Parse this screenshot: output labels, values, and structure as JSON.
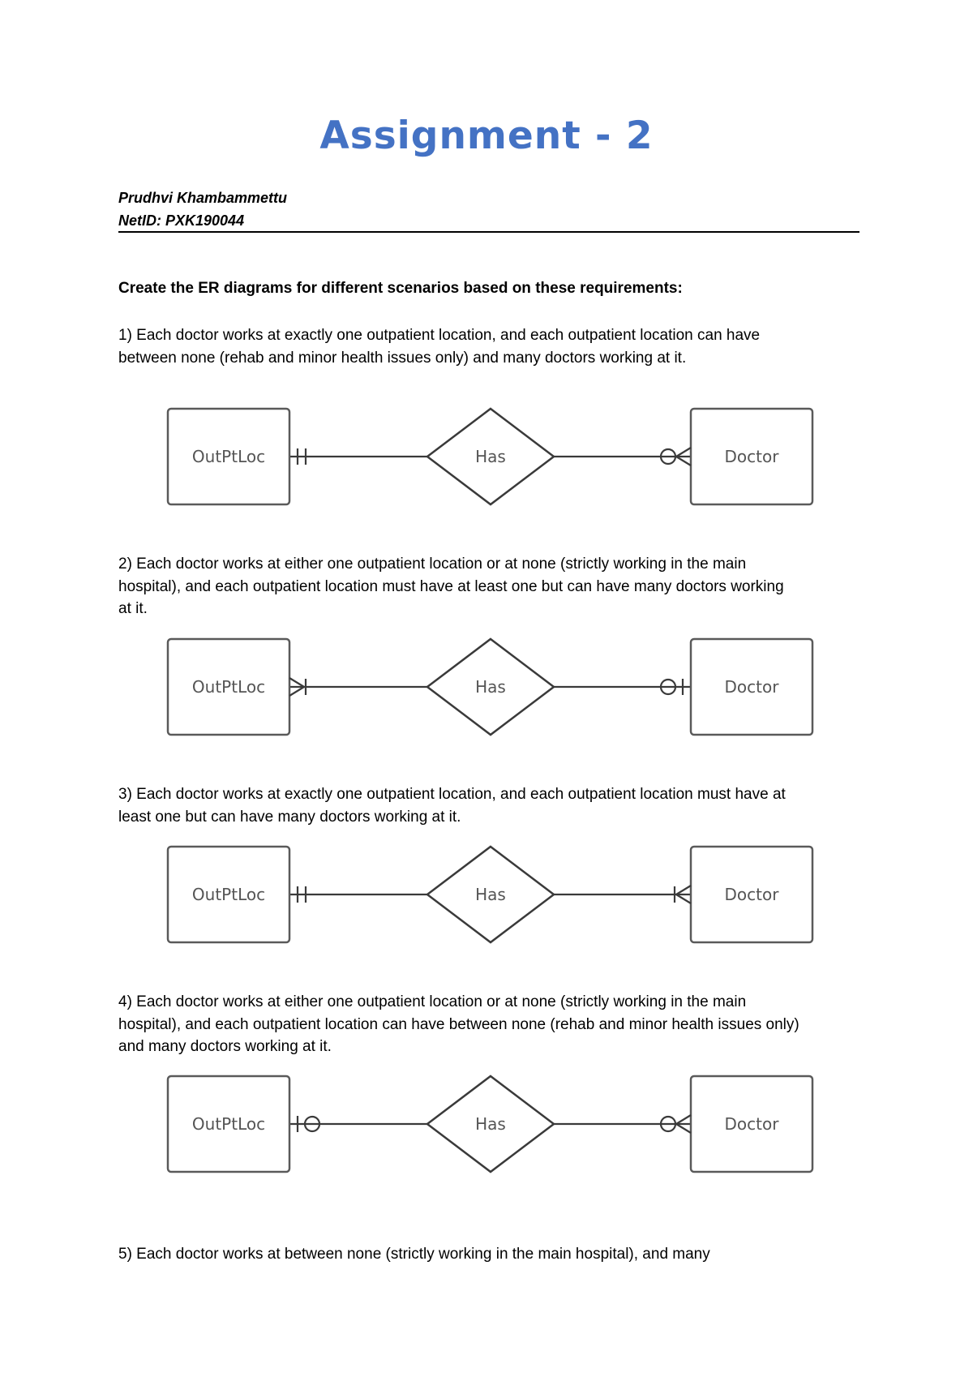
{
  "title": "Assignment - 2",
  "author": {
    "name": "Prudhvi Khambammettu",
    "netid": "NetID: PXK190044"
  },
  "instruction": "Create the ER diagrams for different scenarios based on these requirements:",
  "requirements": [
    {
      "num": "1)",
      "text": " Each doctor works at exactly one outpatient location, and each outpatient location can have between none (rehab and minor health issues only) and many doctors working at it."
    },
    {
      "num": "2)",
      "text": " Each doctor works at either one outpatient location or at none (strictly working in the main hospital), and each outpatient location must have at least one but can have many doctors working at it."
    },
    {
      "num": "3)",
      "text": " Each doctor works at exactly one outpatient location, and each outpatient location must have at least one but can have many doctors working at it."
    },
    {
      "num": "4)",
      "text": " Each doctor works at either one outpatient location or at none (strictly working in the main hospital), and each outpatient location can have between none (rehab and minor health issues only) and many doctors working at it."
    },
    {
      "num": "5)",
      "text": " Each doctor works at between none (strictly working in the main hospital), and many"
    }
  ],
  "diagrams": [
    {
      "left_entity": "OutPtLoc",
      "relationship": "Has",
      "right_entity": "Doctor",
      "left_cardinality": "exactly-one",
      "right_cardinality": "zero-or-many"
    },
    {
      "left_entity": "OutPtLoc",
      "relationship": "Has",
      "right_entity": "Doctor",
      "left_cardinality": "one-or-many",
      "right_cardinality": "zero-or-one"
    },
    {
      "left_entity": "OutPtLoc",
      "relationship": "Has",
      "right_entity": "Doctor",
      "left_cardinality": "exactly-one",
      "right_cardinality": "one-or-many"
    },
    {
      "left_entity": "OutPtLoc",
      "relationship": "Has",
      "right_entity": "Doctor",
      "left_cardinality": "zero-or-one",
      "right_cardinality": "zero-or-many"
    }
  ]
}
